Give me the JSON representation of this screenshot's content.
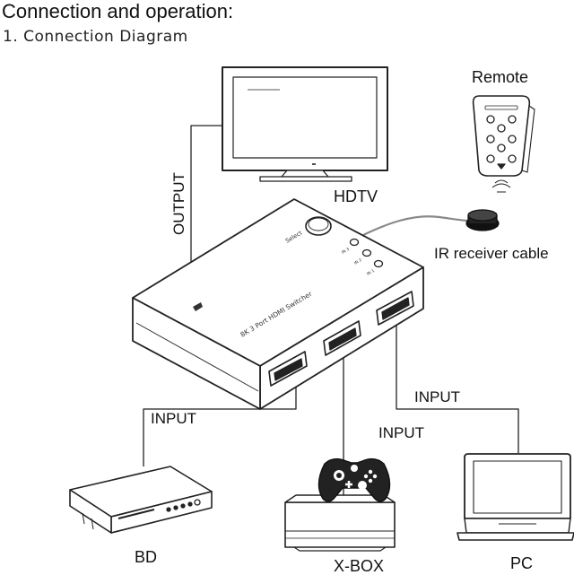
{
  "header": {
    "title": "Connection and operation:",
    "subtitle": "1. Connection Diagram"
  },
  "labels": {
    "output": "OUTPUT",
    "remote": "Remote",
    "hdtv": "HDTV",
    "ir_cable": "IR receiver cable",
    "input_bd": "INPUT",
    "input_xbox": "INPUT",
    "input_pc": "INPUT",
    "bd": "BD",
    "xbox": "X-BOX",
    "pc": "PC"
  },
  "switch": {
    "name": "8K 3 Port HDMI Switcher",
    "select": "Select",
    "ports": [
      "IN 3",
      "IN 2",
      "IN 1"
    ]
  }
}
